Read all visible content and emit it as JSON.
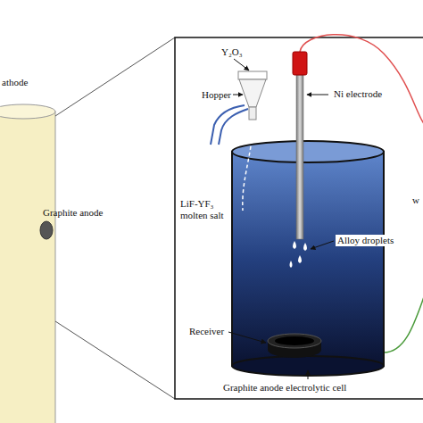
{
  "diagram": {
    "labels": [
      "athode",
      "Graphite anode",
      "Y₂O₃",
      "Hopper",
      "Ni electrode",
      "LiF-YF₃ molten salt",
      "Alloy droplets",
      "Receiver",
      "Graphite anode electrolytic cell",
      "w"
    ]
  }
}
